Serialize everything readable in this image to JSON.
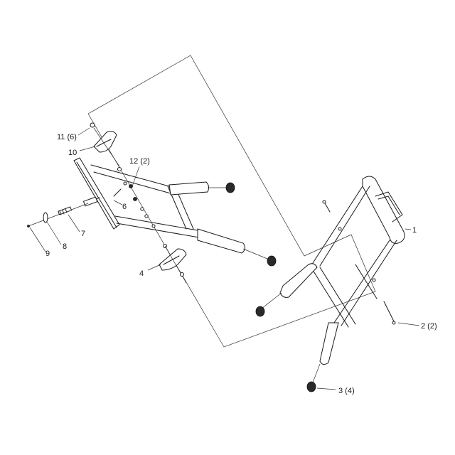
{
  "callouts": {
    "c1": "1",
    "c2": "2 (2)",
    "c3": "3 (4)",
    "c4": "4",
    "c6": "6",
    "c7": "7",
    "c8": "8",
    "c9": "9",
    "c10": "10",
    "c11": "11 (6)",
    "c12": "12 (2)"
  }
}
